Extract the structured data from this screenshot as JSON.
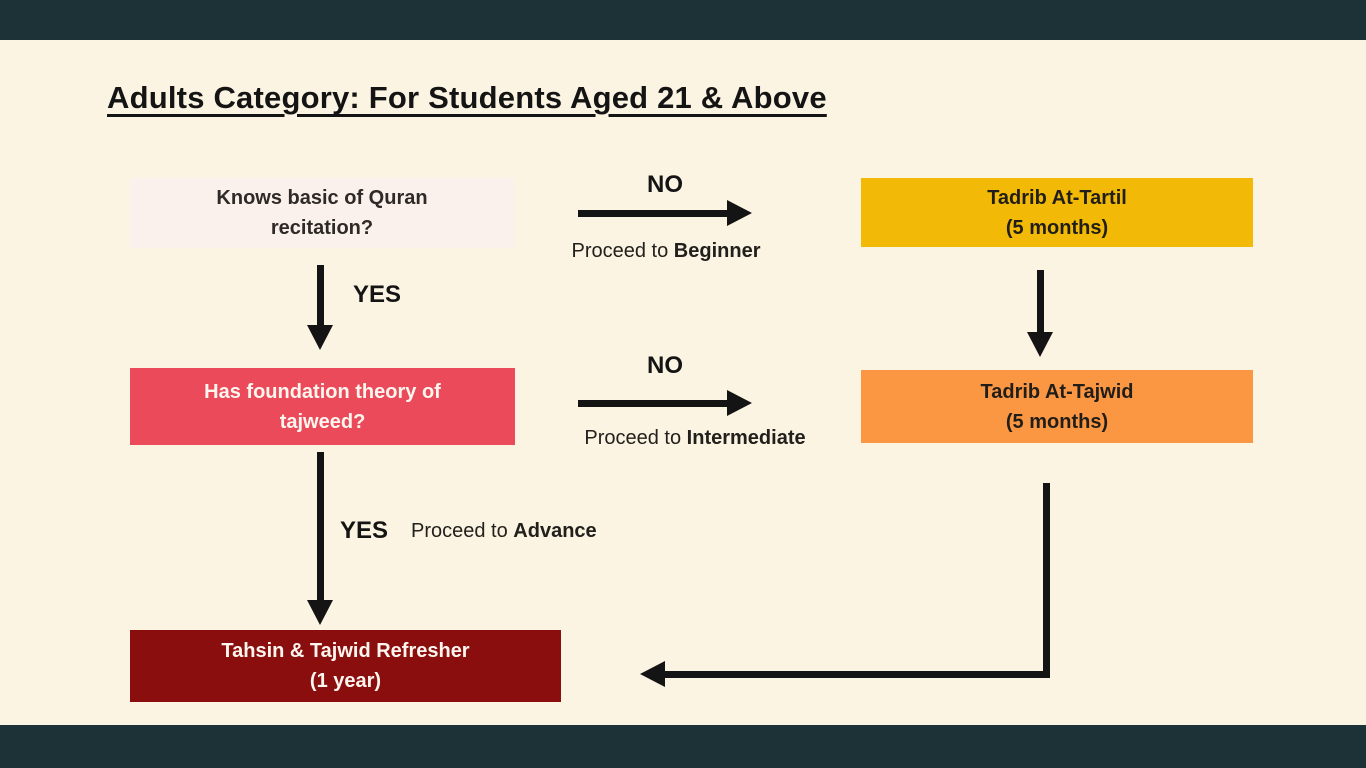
{
  "page": {
    "title": "Adults Category: For Students Aged 21 & Above",
    "background": "#fcf4e2",
    "bar_color": "#1d3237",
    "arrow_color": "#141414"
  },
  "flowchart": {
    "question1": {
      "line1": "Knows basic of Quran",
      "line2": "recitation?",
      "bg": "#fbf1ec"
    },
    "course_tartil": {
      "line1": "Tadrib At-Tartil",
      "line2": "(5 months)",
      "bg": "#f2ba06"
    },
    "question2": {
      "line1": "Has foundation theory of",
      "line2": "tajweed?",
      "bg": "#ea4a5a"
    },
    "course_tajwid": {
      "line1": "Tadrib At-Tajwid",
      "line2": "(5 months)",
      "bg": "#fb9743"
    },
    "course_refresher": {
      "line1": "Tahsin & Tajwid Refresher",
      "line2": "(1 year)",
      "bg": "#8b0e0e"
    },
    "edges": {
      "no1": {
        "label": "NO",
        "note_prefix": "Proceed to ",
        "note_bold": "Beginner"
      },
      "yes1": {
        "label": "YES"
      },
      "no2": {
        "label": "NO",
        "note_prefix": "Proceed to ",
        "note_bold": "Intermediate"
      },
      "yes2": {
        "label": "YES",
        "note_prefix": "Proceed to ",
        "note_bold": "Advance"
      }
    }
  }
}
